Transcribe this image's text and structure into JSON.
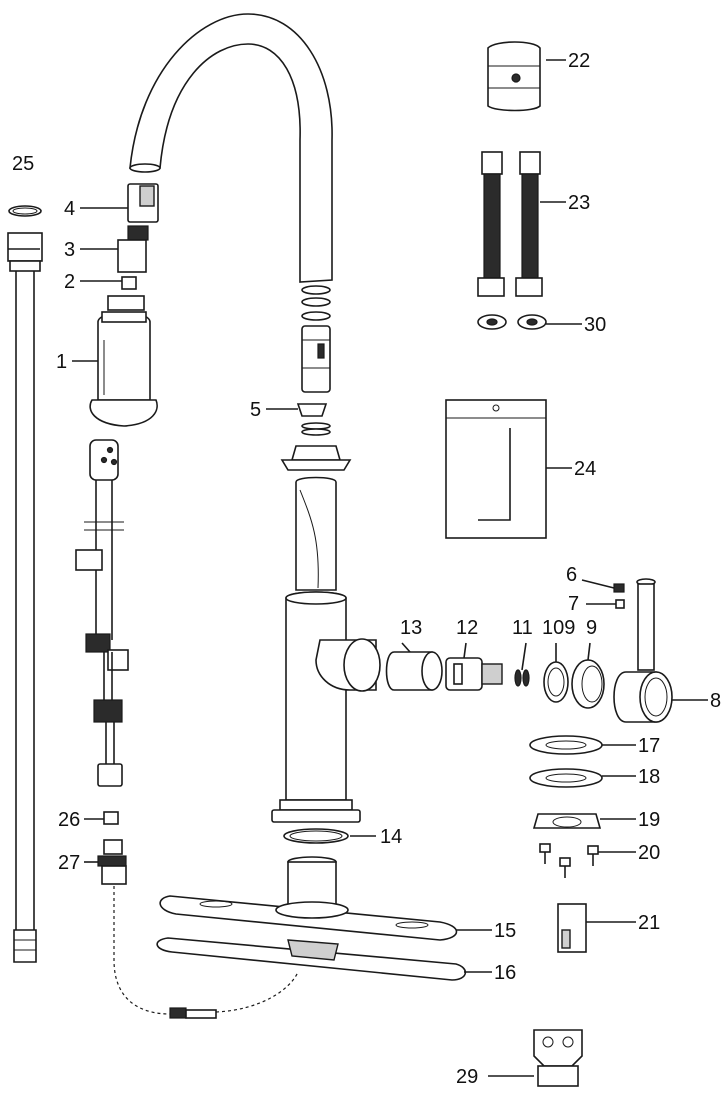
{
  "callouts": {
    "c1": "1",
    "c2": "2",
    "c3": "3",
    "c4": "4",
    "c5": "5",
    "c6": "6",
    "c7": "7",
    "c8": "8",
    "c109": "109",
    "c9": "9",
    "c11": "11",
    "c12": "12",
    "c13": "13",
    "c14": "14",
    "c15": "15",
    "c16": "16",
    "c17": "17",
    "c18": "18",
    "c19": "19",
    "c20": "20",
    "c21": "21",
    "c22": "22",
    "c23": "23",
    "c24": "24",
    "c25": "25",
    "c26": "26",
    "c27": "27",
    "c29": "29",
    "c30": "30"
  }
}
